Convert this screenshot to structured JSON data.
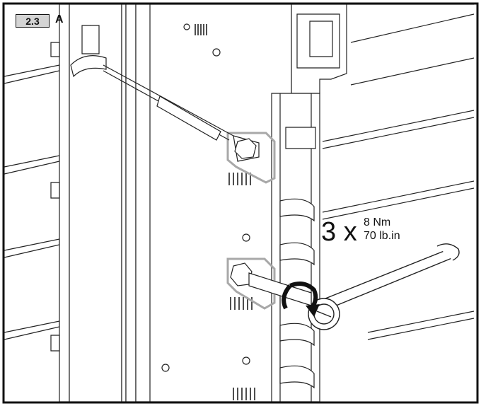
{
  "figure": {
    "step_number": "2.3",
    "step_letter": "A"
  },
  "torque_annotation": {
    "count": "3 x",
    "torque_metric": "8 Nm",
    "torque_imperial": "70 lb.in"
  },
  "colors": {
    "frame": "#111111",
    "line": "#222222",
    "highlight": "#a8a8a8",
    "badge": "#d4d4d4",
    "panel": "#ffffff"
  },
  "icons": {
    "torque_direction": "clockwise-rotation-arrow",
    "tool": "screwdriver"
  }
}
